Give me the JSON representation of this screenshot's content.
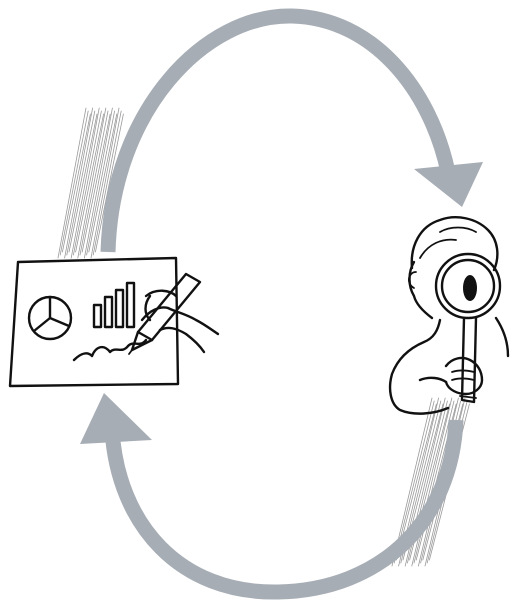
{
  "diagram": {
    "type": "cycle",
    "nodes": [
      {
        "id": "create",
        "icon": "chart-drawing-icon"
      },
      {
        "id": "inspect",
        "icon": "person-magnifying-glass-icon"
      }
    ],
    "edges": [
      {
        "from": "create",
        "to": "inspect",
        "direction": "clockwise-top"
      },
      {
        "from": "inspect",
        "to": "create",
        "direction": "clockwise-bottom"
      }
    ]
  },
  "colors": {
    "arrow": "#a7adb5",
    "ink": "#111111",
    "hatch": "#9a9a9a",
    "background": "#ffffff"
  }
}
